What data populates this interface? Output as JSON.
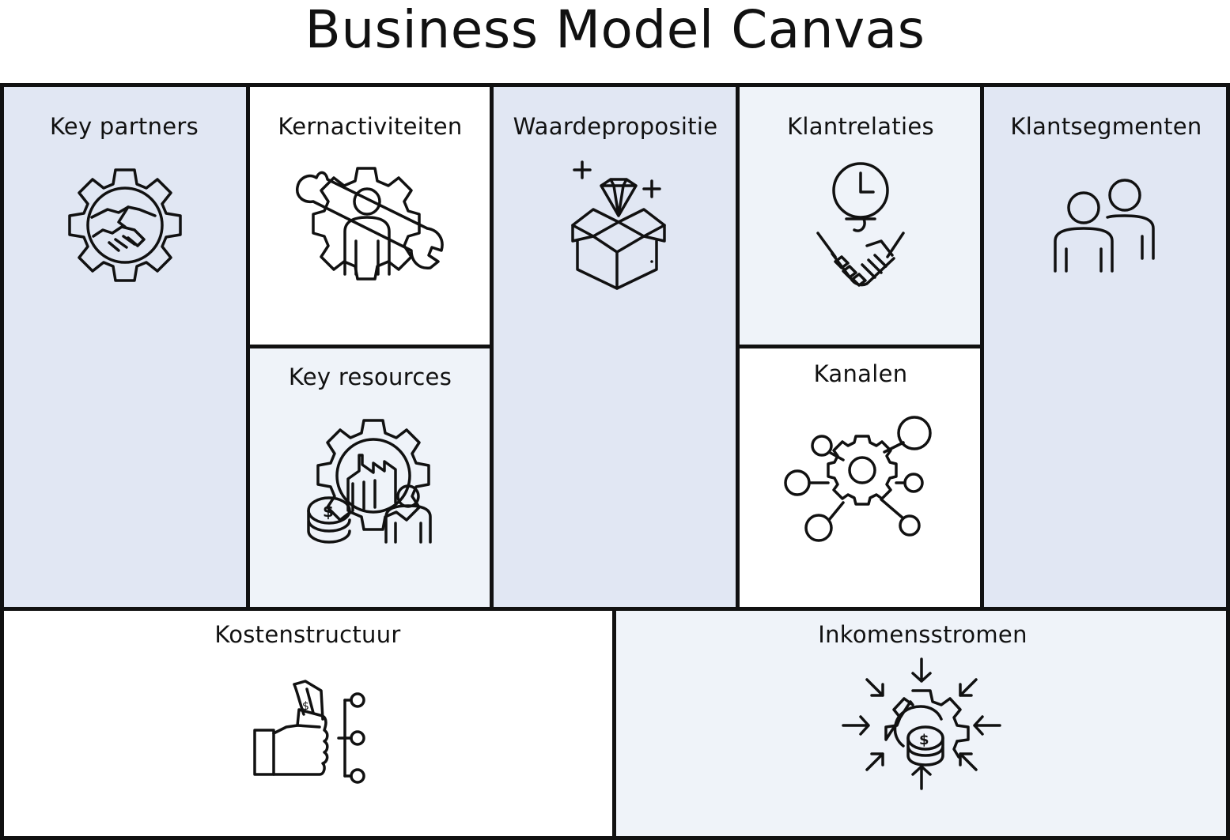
{
  "title": "Business Model Canvas",
  "colors": {
    "dark_fill": "#e1e7f3",
    "light_fill": "#eff3f9",
    "white_fill": "#ffffff",
    "border": "#111111"
  },
  "blocks": {
    "key_partners": {
      "label": "Key partners",
      "icon": "gear-handshake-icon"
    },
    "key_activities": {
      "label": "Kernactiviteiten",
      "icon": "gear-wrench-person-icon"
    },
    "key_resources": {
      "label": "Key resources",
      "icon": "gear-factory-coins-person-icon"
    },
    "value_proposition": {
      "label": "Waardepropositie",
      "icon": "box-diamond-icon"
    },
    "customer_relationships": {
      "label": "Klantrelaties",
      "icon": "clock-handshake-icon"
    },
    "channels": {
      "label": "Kanalen",
      "icon": "network-gear-icon"
    },
    "customer_segments": {
      "label": "Klantsegmenten",
      "icon": "two-people-icon"
    },
    "cost_structure": {
      "label": "Kostenstructuur",
      "icon": "hand-money-icon"
    },
    "revenue_streams": {
      "label": "Inkomensstromen",
      "icon": "gear-coins-arrows-icon"
    }
  }
}
